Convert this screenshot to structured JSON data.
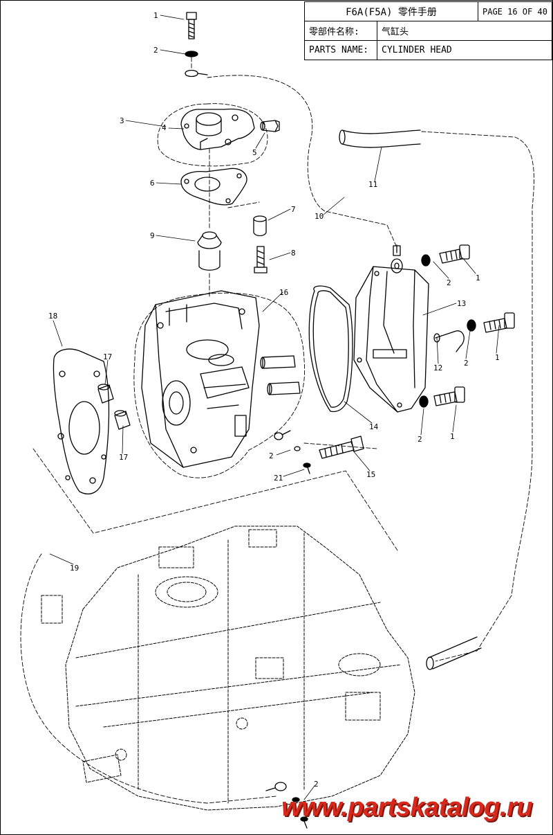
{
  "header": {
    "model": "F6A(F5A) 零件手册",
    "page": "PAGE 16 OF 40",
    "rows": [
      {
        "label": "零部件名称:",
        "value": "气缸头"
      },
      {
        "label": "PARTS NAME:",
        "value": "CYLINDER HEAD"
      }
    ]
  },
  "callouts": {
    "c1a": "1",
    "c2a": "2",
    "c3": "3",
    "c4": "4",
    "c5": "5",
    "c6": "6",
    "c7": "7",
    "c8": "8",
    "c9": "9",
    "c10": "10",
    "c11": "11",
    "c2b": "2",
    "c1b": "1",
    "c13": "13",
    "c16": "16",
    "c18": "18",
    "c17a": "17",
    "c17b": "17",
    "c12": "12",
    "c2c": "2",
    "c1c": "1",
    "c14": "14",
    "c2d": "2",
    "c1d": "1",
    "c2e": "2",
    "c15": "15",
    "c21": "21",
    "c19": "19",
    "c2f": "2"
  },
  "watermark": "www.partskatalog.ru"
}
